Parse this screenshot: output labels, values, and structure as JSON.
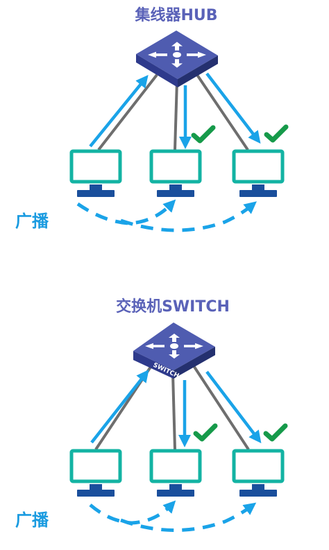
{
  "hub_section": {
    "title": "集线器HUB",
    "broadcast_label": "广播",
    "check_count": 2
  },
  "switch_section": {
    "title": "交换机SWITCH",
    "device_label": "SWITCH",
    "broadcast_label": "广播",
    "check_count": 2
  },
  "colors": {
    "title": "#5a62b8",
    "arrow": "#1aa3e8",
    "check": "#169a4a",
    "monitor_frame": "#13b3a3",
    "monitor_base": "#1a4f9c",
    "device_top": "#4f5cb0",
    "device_side": "#2e3a8c"
  },
  "icons": {
    "device": "network-device-4-arrows-icon",
    "computer": "computer-monitor-icon",
    "check": "check-mark-icon"
  }
}
